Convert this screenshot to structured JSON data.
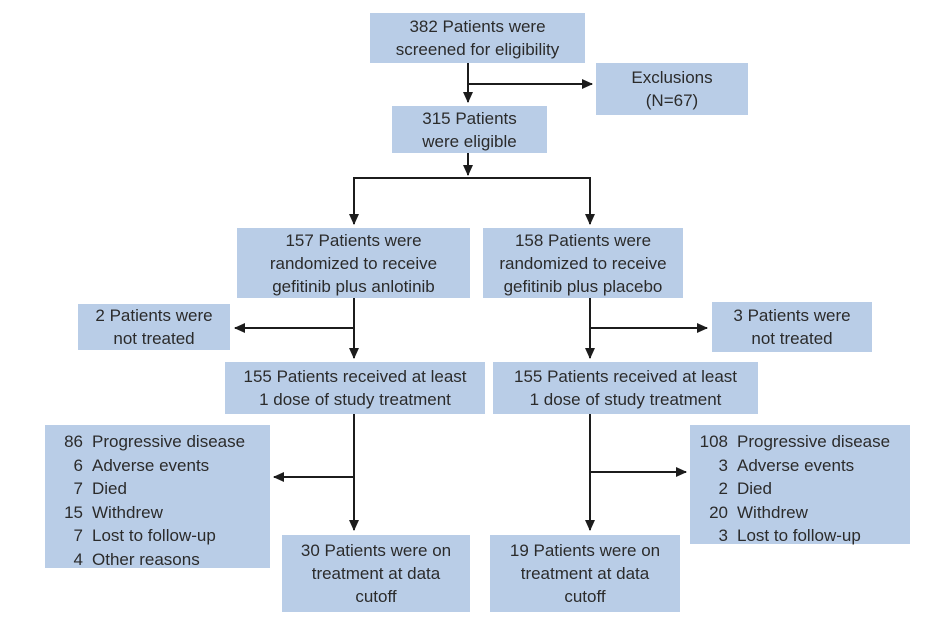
{
  "diagram": {
    "type": "consort-flowchart",
    "background": "#ffffff",
    "box_fill": "#b9cde7",
    "line_color": "#1c1c1c",
    "text_color": "#2b2b2b",
    "nodes": {
      "screened": {
        "text": "382 Patients were\nscreened  for eligibility"
      },
      "exclusions": {
        "text": "Exclusions\n(N=67)"
      },
      "eligible": {
        "text": "315 Patients\nwere eligible"
      },
      "randomized_anlotinib": {
        "text": "157 Patients were\nrandomized to receive\ngefitinib plus anlotinib"
      },
      "randomized_placebo": {
        "text": "158 Patients were\nrandomized to receive\ngefitinib plus placebo"
      },
      "not_treated_left": {
        "text": "2 Patients were\nnot treated"
      },
      "not_treated_right": {
        "text": "3 Patients were\nnot treated"
      },
      "dosed_left": {
        "text": "155 Patients received at least\n1 dose of study treatment"
      },
      "dosed_right": {
        "text": "155 Patients received at least\n1 dose of study treatment"
      },
      "discontinued_left": {
        "reasons": [
          {
            "count": "86",
            "reason": "Progressive disease"
          },
          {
            "count": "6",
            "reason": "Adverse events"
          },
          {
            "count": "7",
            "reason": "Died"
          },
          {
            "count": "15",
            "reason": "Withdrew"
          },
          {
            "count": "7",
            "reason": "Lost to follow-up"
          },
          {
            "count": "4",
            "reason": "Other reasons"
          }
        ]
      },
      "discontinued_right": {
        "reasons": [
          {
            "count": "108",
            "reason": "Progressive disease"
          },
          {
            "count": "3",
            "reason": "Adverse events"
          },
          {
            "count": "2",
            "reason": "Died"
          },
          {
            "count": "20",
            "reason": "Withdrew"
          },
          {
            "count": "3",
            "reason": "Lost to follow-up"
          }
        ]
      },
      "on_treatment_left": {
        "text": "30 Patients were on\ntreatment at data\ncutoff"
      },
      "on_treatment_right": {
        "text": "19 Patients were on\ntreatment at data\ncutoff"
      }
    }
  }
}
